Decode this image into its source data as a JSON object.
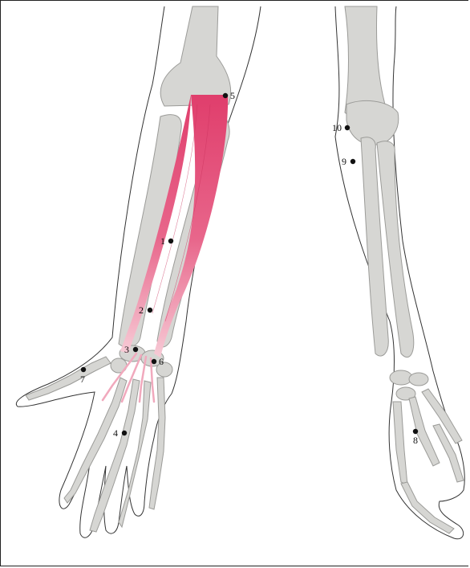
{
  "markers": [
    {
      "id": "marker-1",
      "label": "1",
      "color": "#111111"
    },
    {
      "id": "marker-2",
      "label": "2",
      "color": "#111111"
    },
    {
      "id": "marker-3",
      "label": "3",
      "color": "#111111"
    },
    {
      "id": "marker-4",
      "label": "4",
      "color": "#111111"
    },
    {
      "id": "marker-5",
      "label": "5",
      "color": "#111111"
    },
    {
      "id": "marker-6",
      "label": "6",
      "color": "#111111"
    },
    {
      "id": "marker-7",
      "label": "7",
      "color": "#111111"
    },
    {
      "id": "marker-8",
      "label": "8",
      "color": "#111111"
    },
    {
      "id": "marker-9",
      "label": "9",
      "color": "#111111"
    },
    {
      "id": "marker-10",
      "label": "10",
      "color": "#111111"
    }
  ],
  "colors": {
    "muscle": "#e2466f",
    "muscle_light": "#f4b9c8",
    "bone": "#d6d6d3",
    "bone_outline": "#9b9b98",
    "skin_outline": "#333333"
  }
}
